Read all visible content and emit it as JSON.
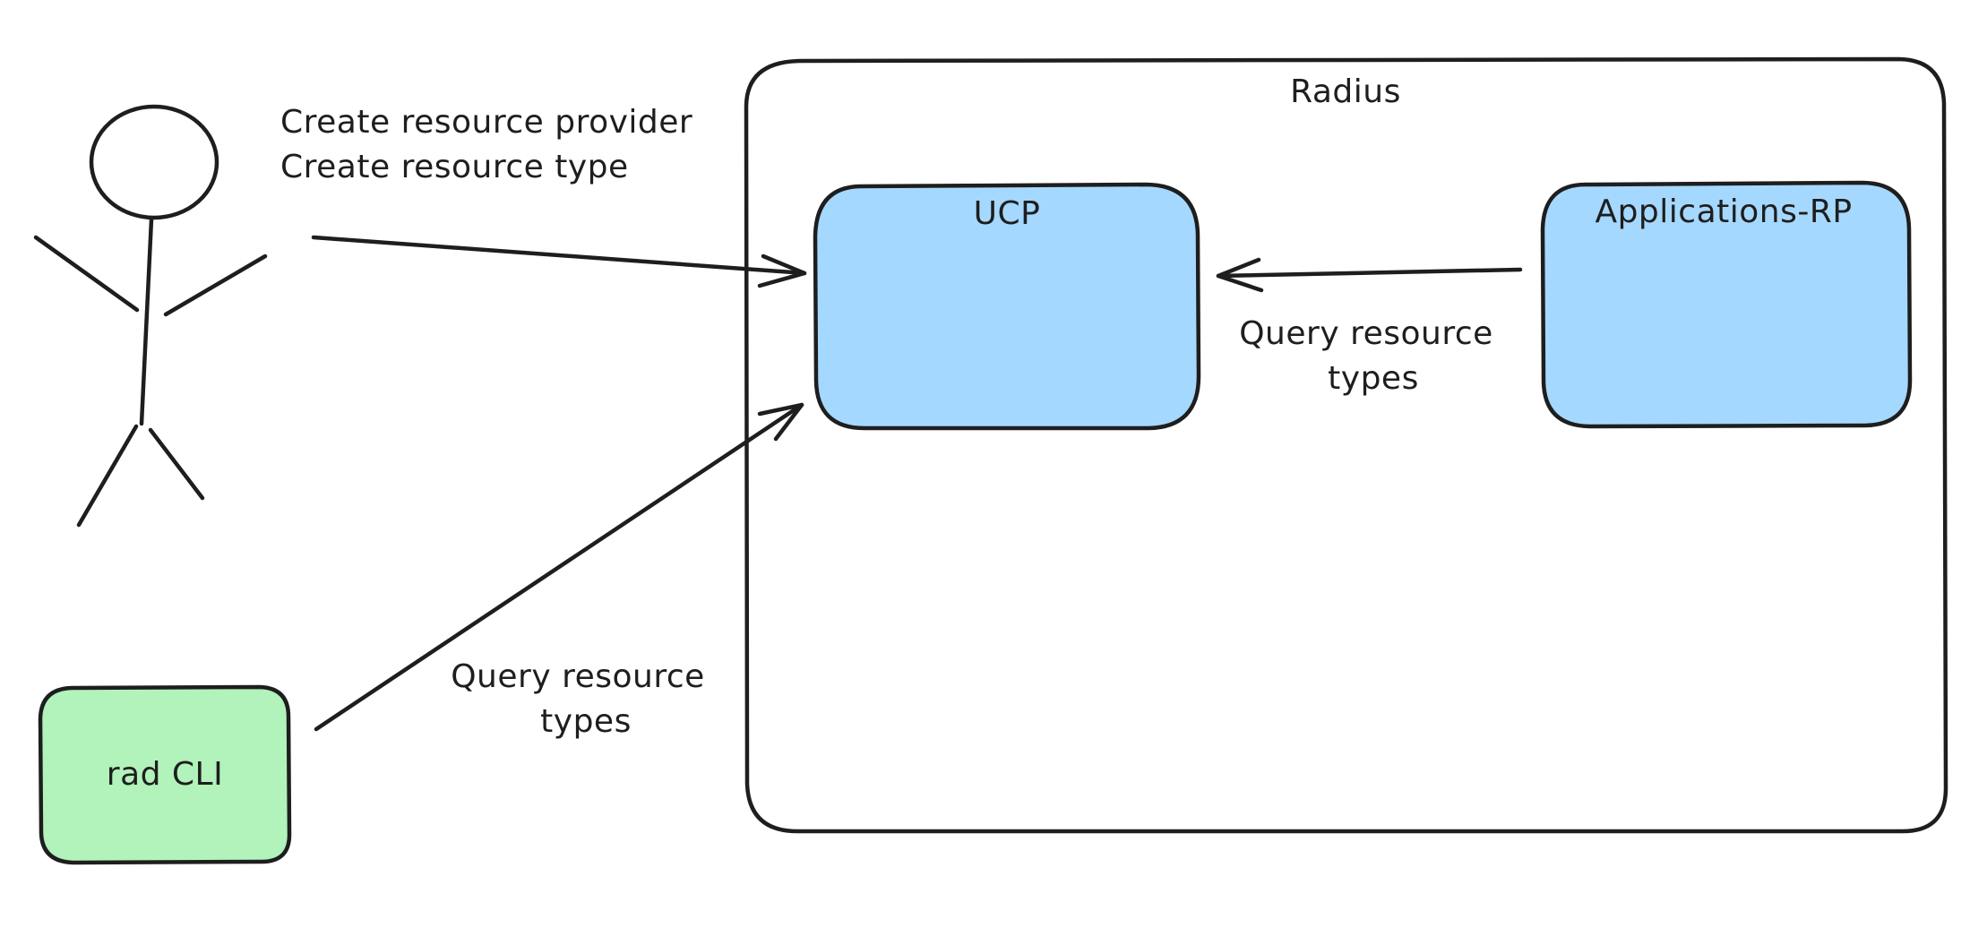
{
  "diagram": {
    "actor": {
      "icon": "stick-figure-icon"
    },
    "labels": {
      "create_line1": "Create resource provider",
      "create_line2": "Create resource type",
      "query_cli_line1": "Query resource",
      "query_cli_line2": "types",
      "query_rp_line1": "Query resource",
      "query_rp_line2": "types"
    },
    "boxes": {
      "radius": {
        "label": "Radius",
        "fill": "#ffffff"
      },
      "ucp": {
        "label": "UCP",
        "fill": "#a5d8ff"
      },
      "applications_rp": {
        "label": "Applications-RP",
        "fill": "#a5d8ff"
      },
      "rad_cli": {
        "label": "rad CLI",
        "fill": "#b2f2bb"
      }
    },
    "colors": {
      "stroke": "#1e1e1e",
      "blue": "#a5d8ff",
      "green": "#b2f2bb"
    }
  }
}
